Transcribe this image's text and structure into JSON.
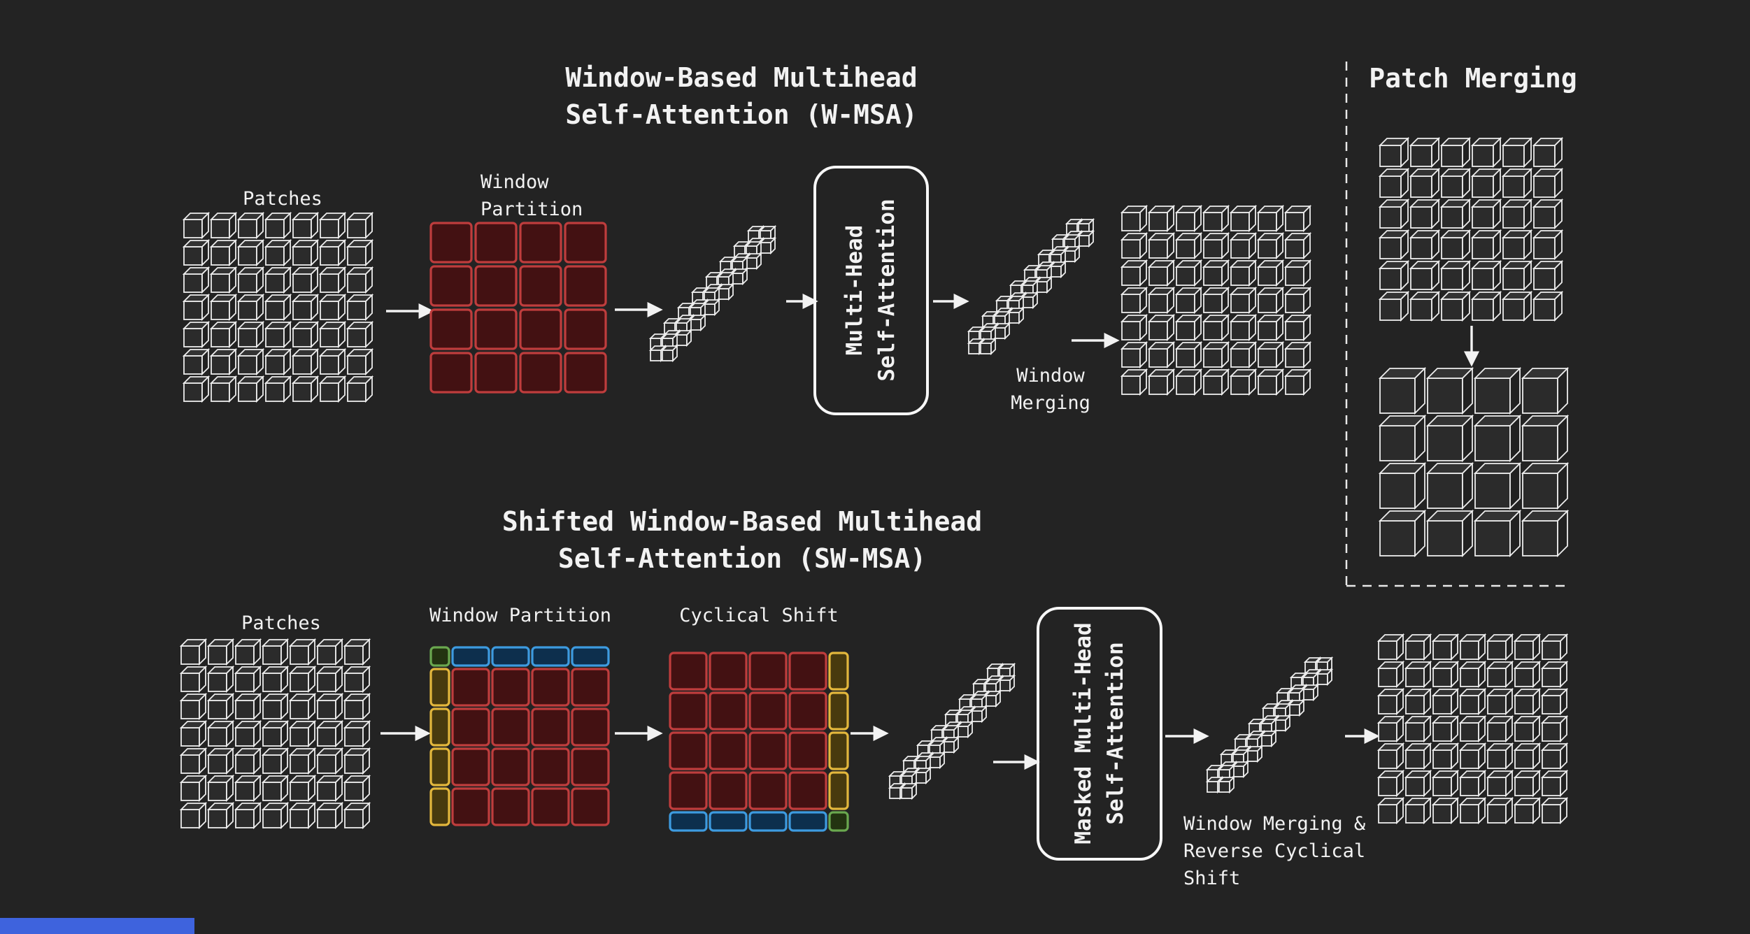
{
  "wmsa": {
    "title_line1": "Window-Based Multihead",
    "title_line2": "Self-Attention (W-MSA)",
    "patches_label": "Patches",
    "window_partition_line1": "Window",
    "window_partition_line2": "Partition",
    "msa_box_line1": "Multi-Head",
    "msa_box_line2": "Self-Attention",
    "window_merging_line1": "Window",
    "window_merging_line2": "Merging"
  },
  "swmsa": {
    "title_line1": "Shifted Window-Based Multihead",
    "title_line2": "Self-Attention (SW-MSA)",
    "patches_label": "Patches",
    "window_partition_label": "Window Partition",
    "cyclical_shift_label": "Cyclical Shift",
    "masked_msa_box_line1": "Masked Multi-Head",
    "masked_msa_box_line2": "Self-Attention",
    "window_merging_line1": "Window Merging &",
    "window_merging_line2": "Reverse Cyclical",
    "window_merging_line3": "Shift"
  },
  "patch_merging": {
    "title": "Patch Merging"
  },
  "figures": {
    "patches_grid": {
      "rows": 7,
      "cols": 7
    },
    "window_partition_grid": {
      "rows": 4,
      "cols": 4
    },
    "shifted_window_grid": {
      "main_rows": 4,
      "main_cols": 4,
      "edge_strips": 4
    },
    "patch_merging_input_grid": {
      "rows": 6,
      "cols": 6
    },
    "patch_merging_output_grid": {
      "rows": 4,
      "cols": 4
    },
    "flattened_window_strips": {
      "clusters": 8,
      "cubes_per_cluster": 4
    },
    "colors": {
      "background": "#232323",
      "text": "#f2f2f2",
      "cube_stroke": "#ededed",
      "cube_face_front": "#2b2b2b",
      "cube_face_top": "#333333",
      "cube_face_side": "#212121",
      "window_red_stroke": "#bf3d3d",
      "window_red_fill": "#431112",
      "strip_yellow_stroke": "#e3b73c",
      "strip_yellow_fill": "#483a0e",
      "strip_blue_stroke": "#3d9be0",
      "strip_blue_fill": "#0d2f4d",
      "corner_green_stroke": "#6aa84f",
      "corner_green_fill": "#233311",
      "arrow": "#f2f2f2",
      "box_border": "#f7f7f7",
      "divider": "#e8e8e8",
      "progress_bar": "#3e63dd"
    }
  }
}
